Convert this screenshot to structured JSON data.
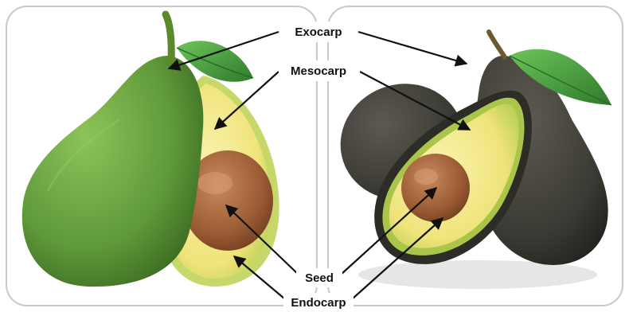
{
  "labels": {
    "exocarp": "Exocarp",
    "mesocarp": "Mesocarp",
    "seed": "Seed",
    "endocarp": "Endocarp"
  },
  "colors": {
    "panel_border": "#c9c9c9",
    "arrow": "#111111",
    "green_skin": "#5f9a3a",
    "green_skin_dark": "#3f6e24",
    "dark_skin": "#3b3a34",
    "flesh": "#f2e68a",
    "flesh_edge": "#a9c54a",
    "seed": "#9a5a33",
    "leaf": "#3f9a3c"
  },
  "icons": {
    "left_panel": "whole-and-half-green-avocado-photo",
    "right_panel": "dark-hass-avocados-with-cut-half-photo"
  }
}
